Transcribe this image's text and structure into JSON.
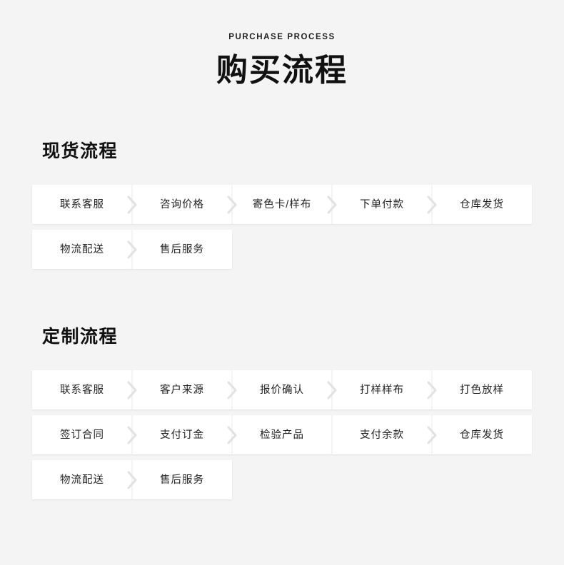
{
  "header": {
    "eyebrow": "PURCHASE PROCESS",
    "title": "购买流程"
  },
  "colors": {
    "background": "#f4f4f4",
    "cell_background": "#ffffff",
    "text": "#222222",
    "title": "#111111",
    "chevron": "#e2e2e2"
  },
  "sections": [
    {
      "id": "stock",
      "title": "现货流程",
      "rows": [
        {
          "steps": [
            {
              "label": "联系客服",
              "chevron_after": true
            },
            {
              "label": "咨询价格",
              "chevron_after": true
            },
            {
              "label": "寄色卡/样布",
              "chevron_after": true
            },
            {
              "label": "下单付款",
              "chevron_after": true
            },
            {
              "label": "仓库发货",
              "chevron_after": false
            }
          ]
        },
        {
          "steps": [
            {
              "label": "物流配送",
              "chevron_after": true
            },
            {
              "label": "售后服务",
              "chevron_after": false
            }
          ]
        }
      ]
    },
    {
      "id": "custom",
      "title": "定制流程",
      "rows": [
        {
          "steps": [
            {
              "label": "联系客服",
              "chevron_after": true
            },
            {
              "label": "客户来源",
              "chevron_after": true
            },
            {
              "label": "报价确认",
              "chevron_after": true
            },
            {
              "label": "打样样布",
              "chevron_after": true
            },
            {
              "label": "打色放样",
              "chevron_after": false
            }
          ]
        },
        {
          "steps": [
            {
              "label": "签订合同",
              "chevron_after": true
            },
            {
              "label": "支付订金",
              "chevron_after": true
            },
            {
              "label": "检验产品",
              "chevron_after": false
            },
            {
              "label": "支付余款",
              "chevron_after": true
            },
            {
              "label": "仓库发货",
              "chevron_after": false
            }
          ]
        },
        {
          "steps": [
            {
              "label": "物流配送",
              "chevron_after": true
            },
            {
              "label": "售后服务",
              "chevron_after": false
            }
          ]
        }
      ]
    }
  ]
}
